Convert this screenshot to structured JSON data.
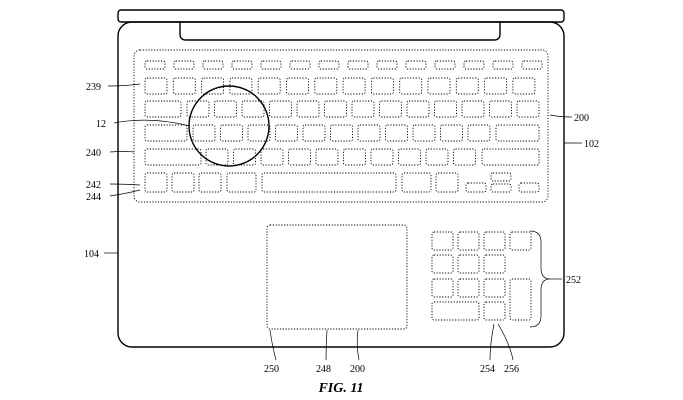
{
  "figure": {
    "caption": "FIG. 11",
    "labels": {
      "l239": "239",
      "l12": "12",
      "l240": "240",
      "l242": "242",
      "l244": "244",
      "l104": "104",
      "l200r": "200",
      "l102": "102",
      "l252": "252",
      "l250": "250",
      "l248": "248",
      "l200b": "200",
      "l254": "254",
      "l256": "256"
    }
  }
}
